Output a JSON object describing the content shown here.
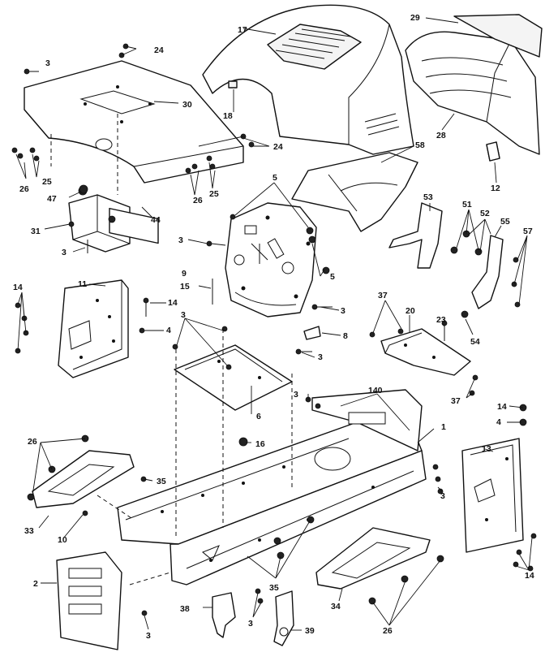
{
  "callouts": [
    {
      "id": "c-3-a",
      "text": "3"
    },
    {
      "id": "c-24-a",
      "text": "24"
    },
    {
      "id": "c-17",
      "text": "17"
    },
    {
      "id": "c-29",
      "text": "29"
    },
    {
      "id": "c-30",
      "text": "30"
    },
    {
      "id": "c-18",
      "text": "18"
    },
    {
      "id": "c-28",
      "text": "28"
    },
    {
      "id": "c-25-a",
      "text": "25"
    },
    {
      "id": "c-26-a",
      "text": "26"
    },
    {
      "id": "c-24-b",
      "text": "24"
    },
    {
      "id": "c-58",
      "text": "58"
    },
    {
      "id": "c-12",
      "text": "12"
    },
    {
      "id": "c-26-b",
      "text": "26"
    },
    {
      "id": "c-25-b",
      "text": "25"
    },
    {
      "id": "c-5-a",
      "text": "5"
    },
    {
      "id": "c-47",
      "text": "47"
    },
    {
      "id": "c-53",
      "text": "53"
    },
    {
      "id": "c-51",
      "text": "51"
    },
    {
      "id": "c-52",
      "text": "52"
    },
    {
      "id": "c-55",
      "text": "55"
    },
    {
      "id": "c-57",
      "text": "57"
    },
    {
      "id": "c-31",
      "text": "31"
    },
    {
      "id": "c-44",
      "text": "44"
    },
    {
      "id": "c-3-b",
      "text": "3"
    },
    {
      "id": "c-3-c",
      "text": "3"
    },
    {
      "id": "c-9",
      "text": "9"
    },
    {
      "id": "c-5-b",
      "text": "5"
    },
    {
      "id": "c-14-a",
      "text": "14"
    },
    {
      "id": "c-11",
      "text": "11"
    },
    {
      "id": "c-15",
      "text": "15"
    },
    {
      "id": "c-14-b",
      "text": "14"
    },
    {
      "id": "c-3-d",
      "text": "3"
    },
    {
      "id": "c-37-a",
      "text": "37"
    },
    {
      "id": "c-20",
      "text": "20"
    },
    {
      "id": "c-23",
      "text": "23"
    },
    {
      "id": "c-54",
      "text": "54"
    },
    {
      "id": "c-4-a",
      "text": "4"
    },
    {
      "id": "c-3-e",
      "text": "3"
    },
    {
      "id": "c-8",
      "text": "8"
    },
    {
      "id": "c-3-f",
      "text": "3"
    },
    {
      "id": "c-37-b",
      "text": "37"
    },
    {
      "id": "c-3-g",
      "text": "3"
    },
    {
      "id": "c-140",
      "text": "140"
    },
    {
      "id": "c-6",
      "text": "6"
    },
    {
      "id": "c-1",
      "text": "1"
    },
    {
      "id": "c-14-c",
      "text": "14"
    },
    {
      "id": "c-4-b",
      "text": "4"
    },
    {
      "id": "c-26-c",
      "text": "26"
    },
    {
      "id": "c-16",
      "text": "16"
    },
    {
      "id": "c-13",
      "text": "13"
    },
    {
      "id": "c-35-a",
      "text": "35"
    },
    {
      "id": "c-33",
      "text": "33"
    },
    {
      "id": "c-10",
      "text": "10"
    },
    {
      "id": "c-3-h",
      "text": "3"
    },
    {
      "id": "c-2",
      "text": "2"
    },
    {
      "id": "c-35-b",
      "text": "35"
    },
    {
      "id": "c-14-d",
      "text": "14"
    },
    {
      "id": "c-3-i",
      "text": "3"
    },
    {
      "id": "c-38",
      "text": "38"
    },
    {
      "id": "c-34",
      "text": "34"
    },
    {
      "id": "c-3-j",
      "text": "3"
    },
    {
      "id": "c-39",
      "text": "39"
    },
    {
      "id": "c-26-d",
      "text": "26"
    }
  ]
}
